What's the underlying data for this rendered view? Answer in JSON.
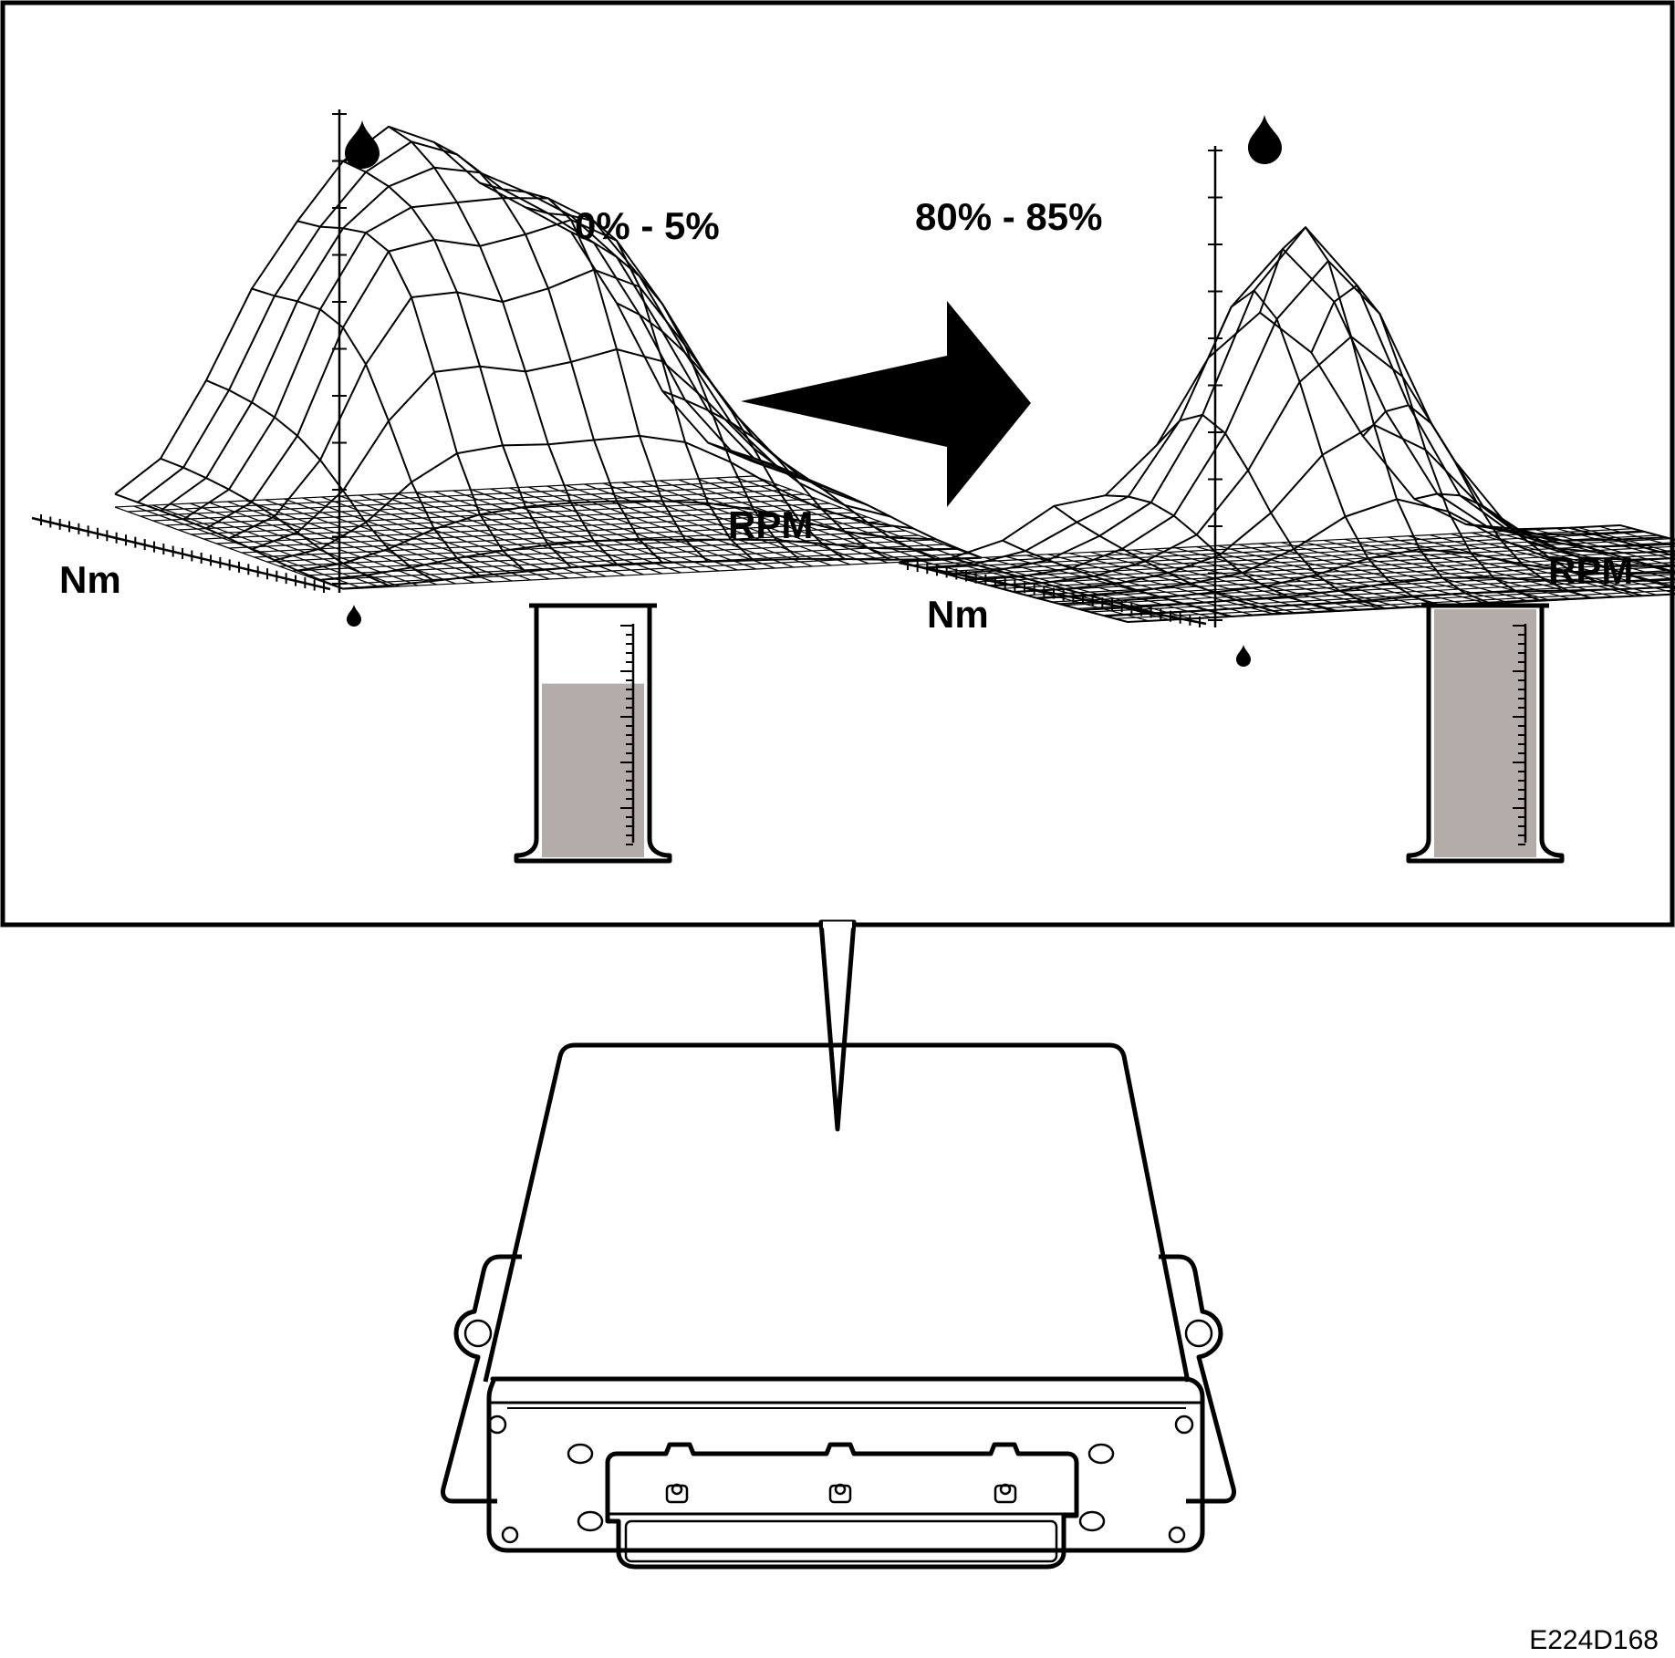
{
  "map_before": {
    "range_label": "0% - 5%",
    "axis_x_label": "RPM",
    "axis_y_label": "Nm",
    "cylinder_level": 0.7,
    "fill_color": "#b3aca8"
  },
  "map_after": {
    "range_label": "80% - 85%",
    "axis_x_label": "RPM",
    "axis_y_label": "Nm",
    "cylinder_level": 1.0,
    "fill_color": "#b3aca8"
  },
  "arrow_icon": "right-arrow-icon",
  "drop_icon": "fuel-drop-icon",
  "figure_code": "E224D168"
}
